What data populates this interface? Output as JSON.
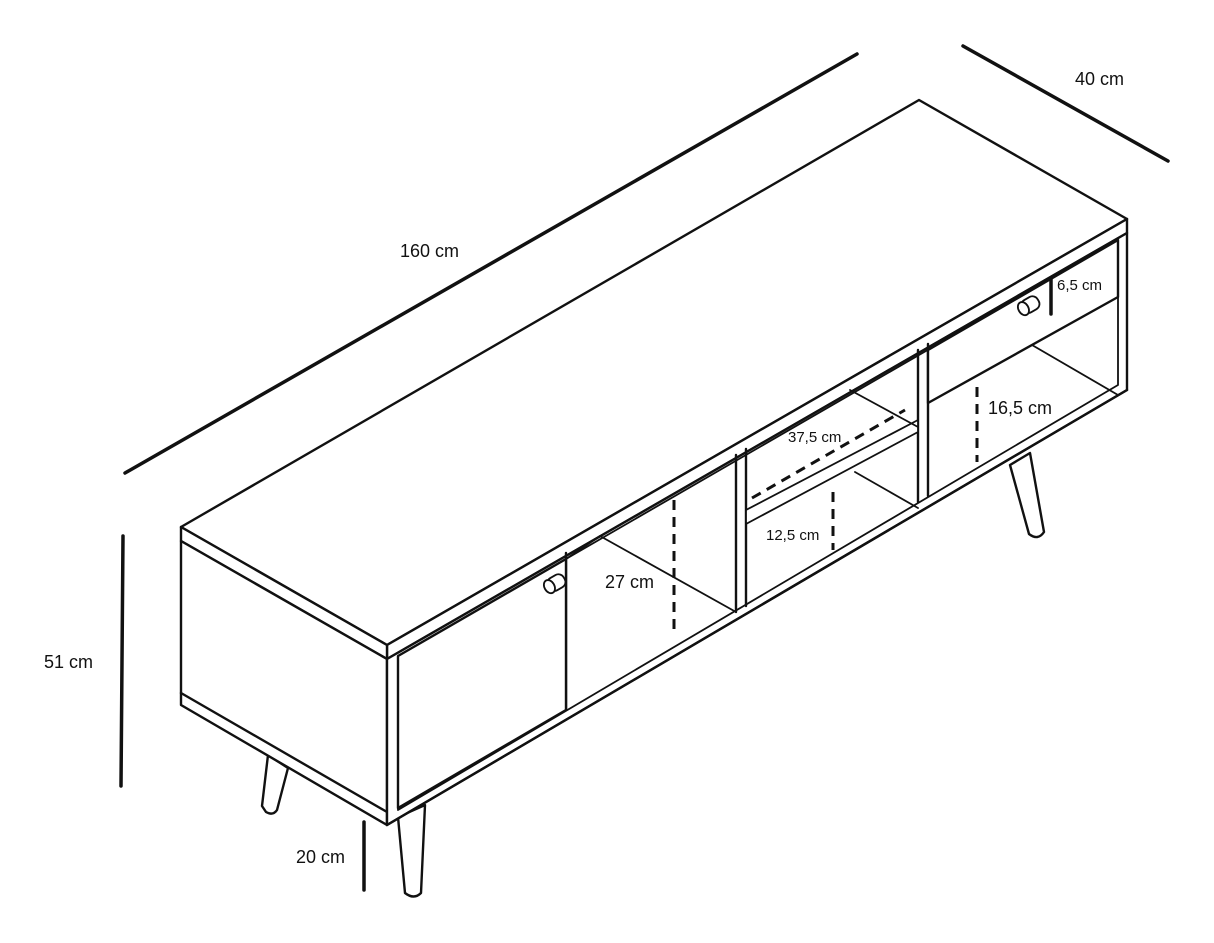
{
  "dimensions": {
    "width": "160 cm",
    "depth": "40 cm",
    "height": "51 cm",
    "leg": "20 cm",
    "drawer": "6,5 cm",
    "right_shelf": "16,5 cm",
    "mid_depth": "37,5 cm",
    "mid_lower": "12,5 cm",
    "left_shelf": "27 cm"
  }
}
